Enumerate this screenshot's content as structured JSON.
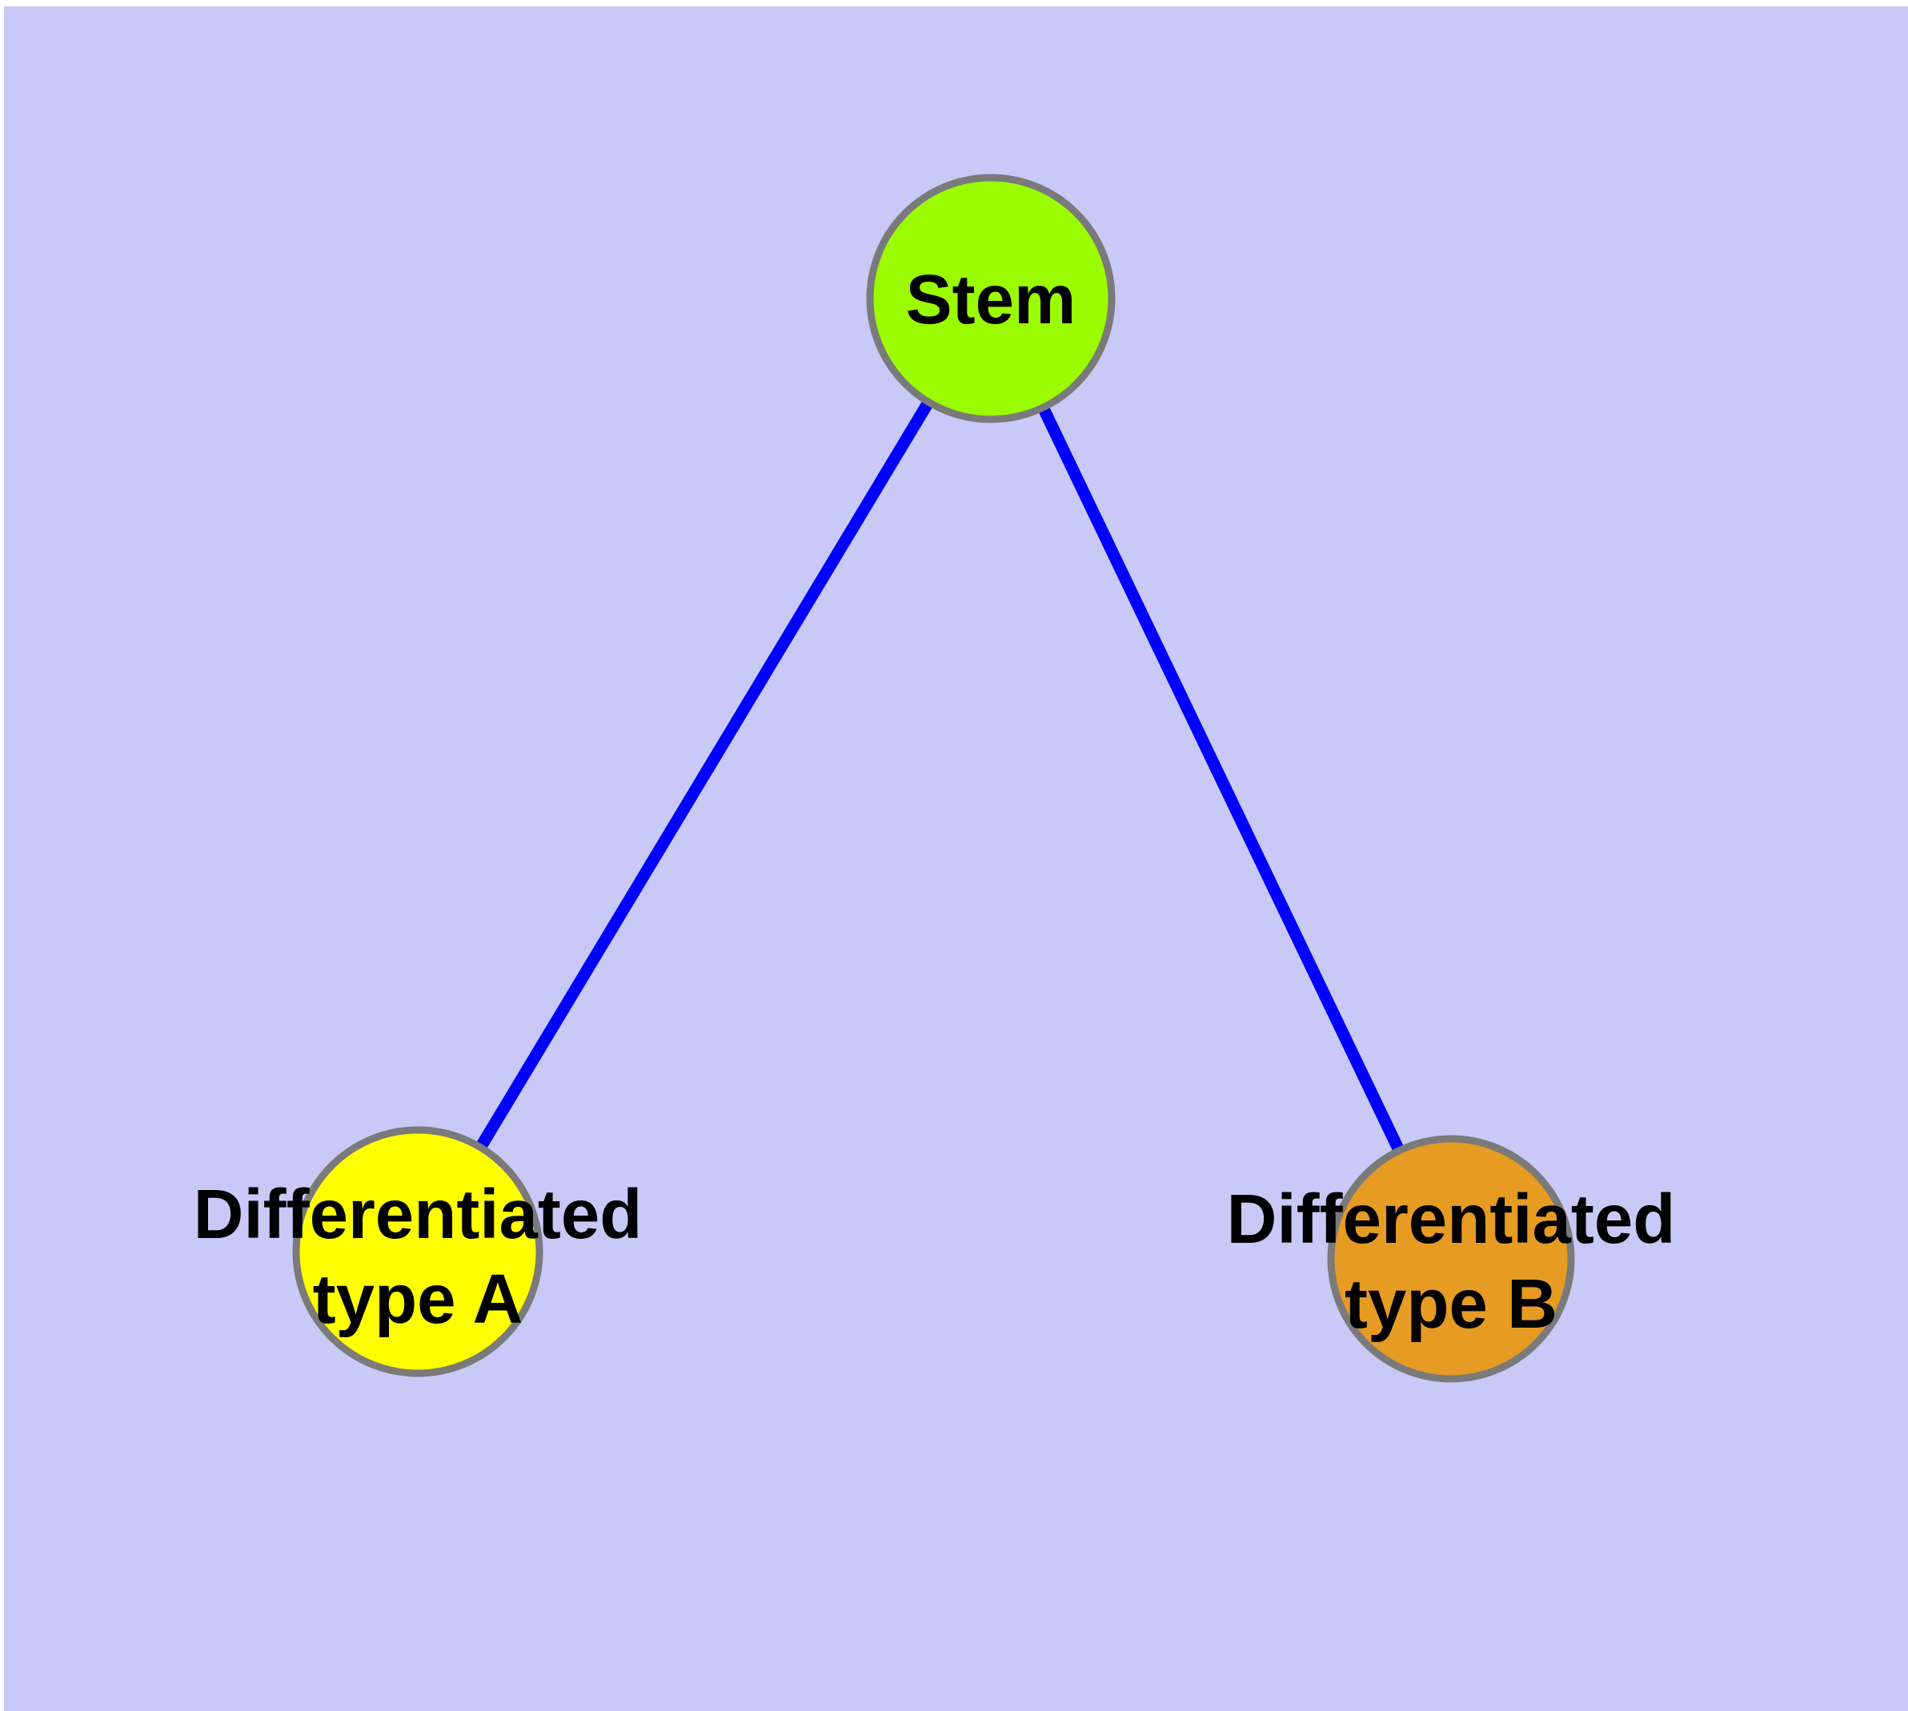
{
  "canvas": {
    "background_color": "#c9c9f8",
    "margin_color": "#ffffff"
  },
  "nodes": {
    "stem": {
      "label": "Stem",
      "fill_color": "#9bfb00"
    },
    "type_a": {
      "label_line1": "Differentiated",
      "label_line2": "type A",
      "fill_color": "#ffff00"
    },
    "type_b": {
      "label_line1": "Differentiated",
      "label_line2": "type B",
      "fill_color": "#e69b23"
    }
  },
  "edges": {
    "color": "#0000ff",
    "list": [
      {
        "from": "Stem",
        "to": "Differentiated type A"
      },
      {
        "from": "Stem",
        "to": "Differentiated type B"
      }
    ]
  },
  "style": {
    "node_border_color": "#7a7a7a",
    "text_color": "#000000"
  }
}
